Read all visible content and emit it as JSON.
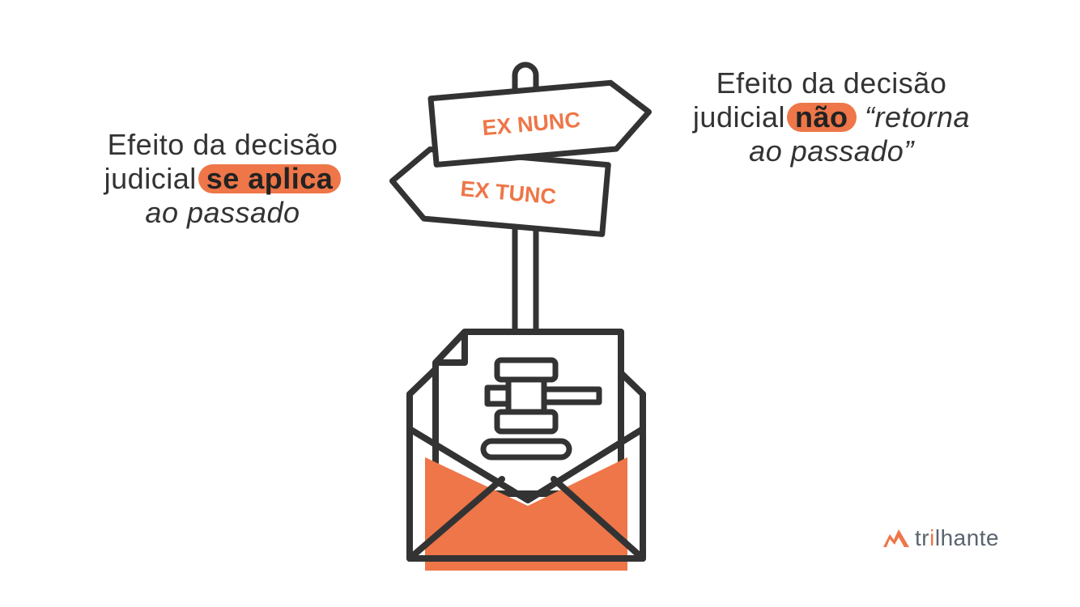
{
  "captions": {
    "left": {
      "line1": "Efeito da decisão",
      "line2_prefix": "judicial",
      "line2_highlight": "se aplica",
      "line3": "ao passado"
    },
    "right": {
      "line1": "Efeito da decisão",
      "line2_prefix": "judicial",
      "line2_highlight": "não",
      "line2_suffix": "“retorna",
      "line3": "ao passado”"
    }
  },
  "signs": {
    "upper": "EX NUNC",
    "lower": "EX TUNC"
  },
  "logo": {
    "text_part1": "tr",
    "text_accent": "i",
    "text_part2": "lhante",
    "icon": "mountain-icon"
  },
  "colors": {
    "accent": "#ee7648",
    "outline": "#333333",
    "text": "#333333"
  }
}
